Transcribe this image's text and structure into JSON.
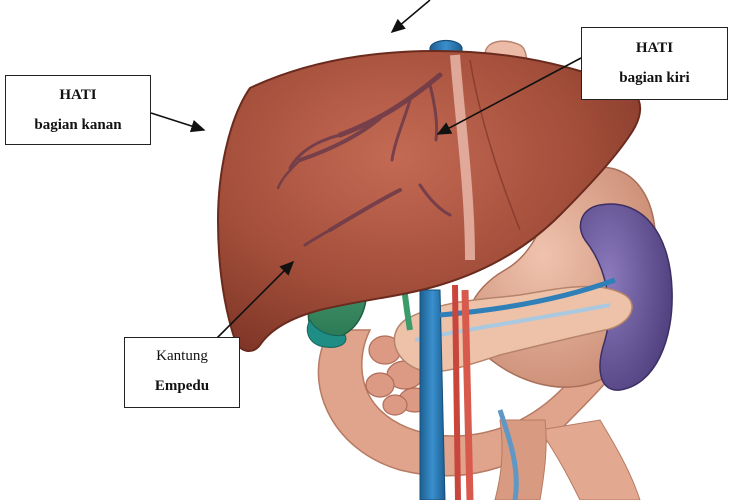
{
  "labels": {
    "right_lobe": {
      "line1": "HATI",
      "line2": "bagian kanan"
    },
    "left_lobe": {
      "line1": "HATI",
      "line2": "bagian kiri"
    },
    "gallbladder": {
      "line1": "Kantung",
      "line2": "Empedu"
    }
  },
  "colors": {
    "liver": "#a5503c",
    "liver_dark": "#7e3526",
    "gallbladder": "#3f8f63",
    "gallbladder_tip": "#1f8d84",
    "pancreas": "#e8b89a",
    "spleen": "#5f4f8e",
    "stomach": "#d9a28a",
    "portal_vein": "#2f7fb8",
    "artery": "#c9463c",
    "aorta": "#e7b49f"
  }
}
